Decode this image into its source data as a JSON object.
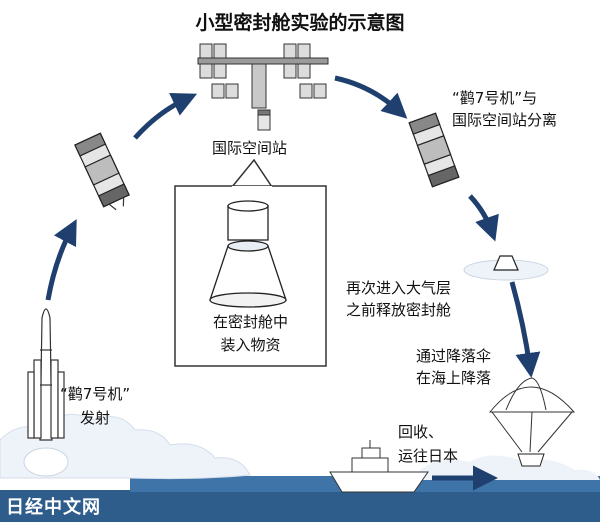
{
  "title": "小型密封舱实验的示意图",
  "labels": {
    "iss": "国际空间站",
    "separation_line1": "“鹳7号机”与",
    "separation_line2": "国际空间站分离",
    "reentry_line1": "再次进入大气层",
    "reentry_line2": "之前释放密封舱",
    "parachute_line1": "通过降落伞",
    "parachute_line2": "在海上降落",
    "recovery_line1": "回收、",
    "recovery_line2": "运往日本",
    "launch_line1": "“鹳7号机”",
    "launch_line2": "发射",
    "inset_line1": "在密封舱中",
    "inset_line2": "装入物资"
  },
  "logo_text": "日经中文网",
  "colors": {
    "arrow": "#1f3f6e",
    "sky": "#dfe9f4",
    "sea": "#2e5d8c",
    "cloud": "#eef3f9"
  }
}
